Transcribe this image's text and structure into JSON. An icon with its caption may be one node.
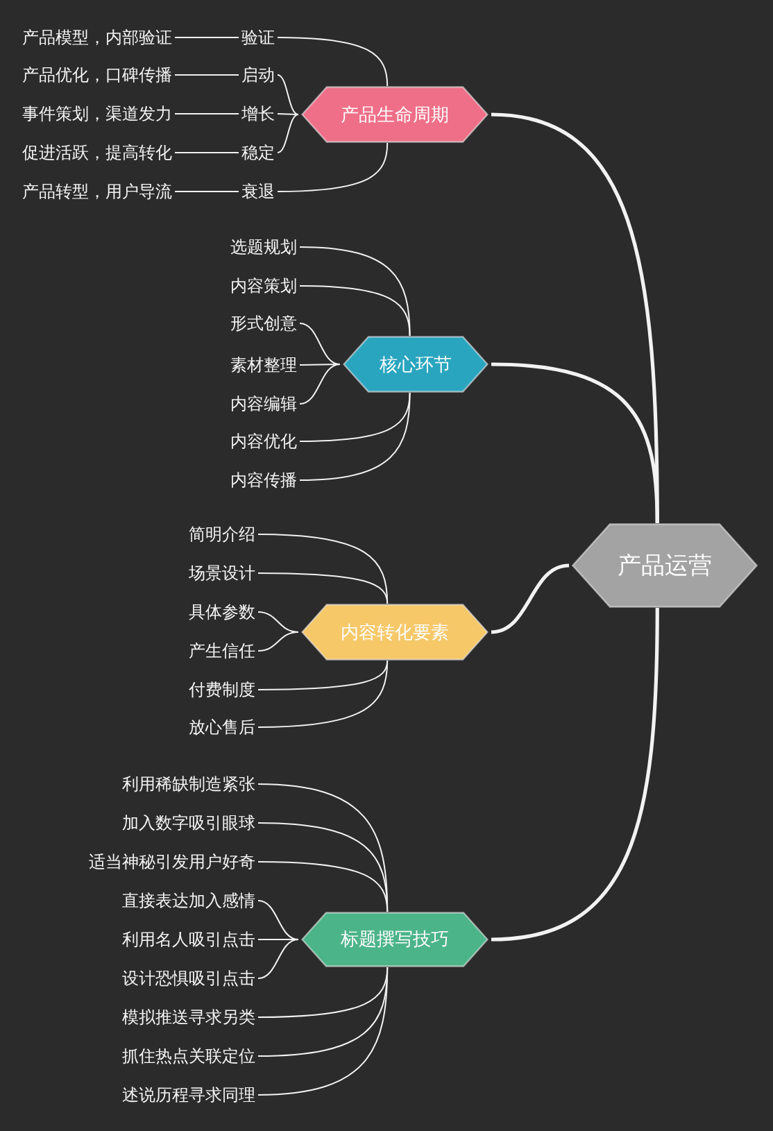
{
  "diagram": {
    "nodes": [
      {
        "text": [
          "产品运营"
        ]
      },
      {
        "text": [
          "产品生命周期"
        ]
      },
      {
        "text": [
          "验证"
        ]
      },
      {
        "text": [
          "启动"
        ]
      },
      {
        "text": [
          "增长"
        ]
      },
      {
        "text": [
          "稳定"
        ]
      },
      {
        "text": [
          "衰退"
        ]
      },
      {
        "text": [
          "产品模型，内部验证"
        ]
      },
      {
        "text": [
          "产品优化，口碑传播"
        ]
      },
      {
        "text": [
          "事件策划，渠道发力"
        ]
      },
      {
        "text": [
          "促进活跃，提高转化"
        ]
      },
      {
        "text": [
          "产品转型，用户导流"
        ]
      },
      {
        "text": [
          "核心环节"
        ]
      },
      {
        "text": [
          "选题规划"
        ]
      },
      {
        "text": [
          "内容策划"
        ]
      },
      {
        "text": [
          "形式创意"
        ]
      },
      {
        "text": [
          "素材整理"
        ]
      },
      {
        "text": [
          "内容编辑"
        ]
      },
      {
        "text": [
          "内容优化"
        ]
      },
      {
        "text": [
          "内容传播"
        ]
      },
      {
        "text": [
          "内容转化要素"
        ]
      },
      {
        "text": [
          "简明介绍"
        ]
      },
      {
        "text": [
          "场景设计"
        ]
      },
      {
        "text": [
          "具体参数"
        ]
      },
      {
        "text": [
          "产生信任"
        ]
      },
      {
        "text": [
          "付费制度"
        ]
      },
      {
        "text": [
          "放心售后"
        ]
      },
      {
        "text": [
          "标题撰写技巧"
        ]
      },
      {
        "text": [
          "利用稀缺制造紧张"
        ]
      },
      {
        "text": [
          "加入数字吸引眼球"
        ]
      },
      {
        "text": [
          "适当神秘引发用户好奇"
        ]
      },
      {
        "text": [
          "直接表达加入感情"
        ]
      },
      {
        "text": [
          "利用名人吸引点击"
        ]
      },
      {
        "text": [
          "设计恐惧吸引点击"
        ]
      },
      {
        "text": [
          "模拟推送寻求另类"
        ]
      },
      {
        "text": [
          "抓住热点关联定位"
        ]
      },
      {
        "text": [
          "述说历程寻求同理"
        ]
      }
    ],
    "edges": [
      {
        "from": 0,
        "to": 1,
        "arrow": "none",
        "style": "thick"
      },
      {
        "from": 0,
        "to": 12,
        "arrow": "none",
        "style": "thick"
      },
      {
        "from": 0,
        "to": 20,
        "arrow": "none",
        "style": "thick"
      },
      {
        "from": 0,
        "to": 27,
        "arrow": "none",
        "style": "thick"
      },
      {
        "from": 1,
        "to": 2,
        "arrow": "none"
      },
      {
        "from": 1,
        "to": 3,
        "arrow": "none"
      },
      {
        "from": 1,
        "to": 4,
        "arrow": "none"
      },
      {
        "from": 1,
        "to": 5,
        "arrow": "none"
      },
      {
        "from": 1,
        "to": 6,
        "arrow": "none"
      },
      {
        "from": 2,
        "to": 7,
        "arrow": "none"
      },
      {
        "from": 3,
        "to": 8,
        "arrow": "none"
      },
      {
        "from": 4,
        "to": 9,
        "arrow": "none"
      },
      {
        "from": 5,
        "to": 10,
        "arrow": "none"
      },
      {
        "from": 6,
        "to": 11,
        "arrow": "none"
      },
      {
        "from": 12,
        "to": 13,
        "arrow": "none"
      },
      {
        "from": 12,
        "to": 14,
        "arrow": "none"
      },
      {
        "from": 12,
        "to": 15,
        "arrow": "none"
      },
      {
        "from": 12,
        "to": 16,
        "arrow": "none"
      },
      {
        "from": 12,
        "to": 17,
        "arrow": "none"
      },
      {
        "from": 12,
        "to": 18,
        "arrow": "none"
      },
      {
        "from": 12,
        "to": 19,
        "arrow": "none"
      },
      {
        "from": 20,
        "to": 21,
        "arrow": "none"
      },
      {
        "from": 20,
        "to": 22,
        "arrow": "none"
      },
      {
        "from": 20,
        "to": 23,
        "arrow": "none"
      },
      {
        "from": 20,
        "to": 24,
        "arrow": "none"
      },
      {
        "from": 20,
        "to": 25,
        "arrow": "none"
      },
      {
        "from": 20,
        "to": 26,
        "arrow": "none"
      },
      {
        "from": 27,
        "to": 28,
        "arrow": "none"
      },
      {
        "from": 27,
        "to": 29,
        "arrow": "none"
      },
      {
        "from": 27,
        "to": 30,
        "arrow": "none"
      },
      {
        "from": 27,
        "to": 31,
        "arrow": "none"
      },
      {
        "from": 27,
        "to": 32,
        "arrow": "none"
      },
      {
        "from": 27,
        "to": 33,
        "arrow": "none"
      },
      {
        "from": 27,
        "to": 34,
        "arrow": "none"
      },
      {
        "from": 27,
        "to": 35,
        "arrow": "none"
      },
      {
        "from": 27,
        "to": 36,
        "arrow": "none"
      }
    ]
  }
}
